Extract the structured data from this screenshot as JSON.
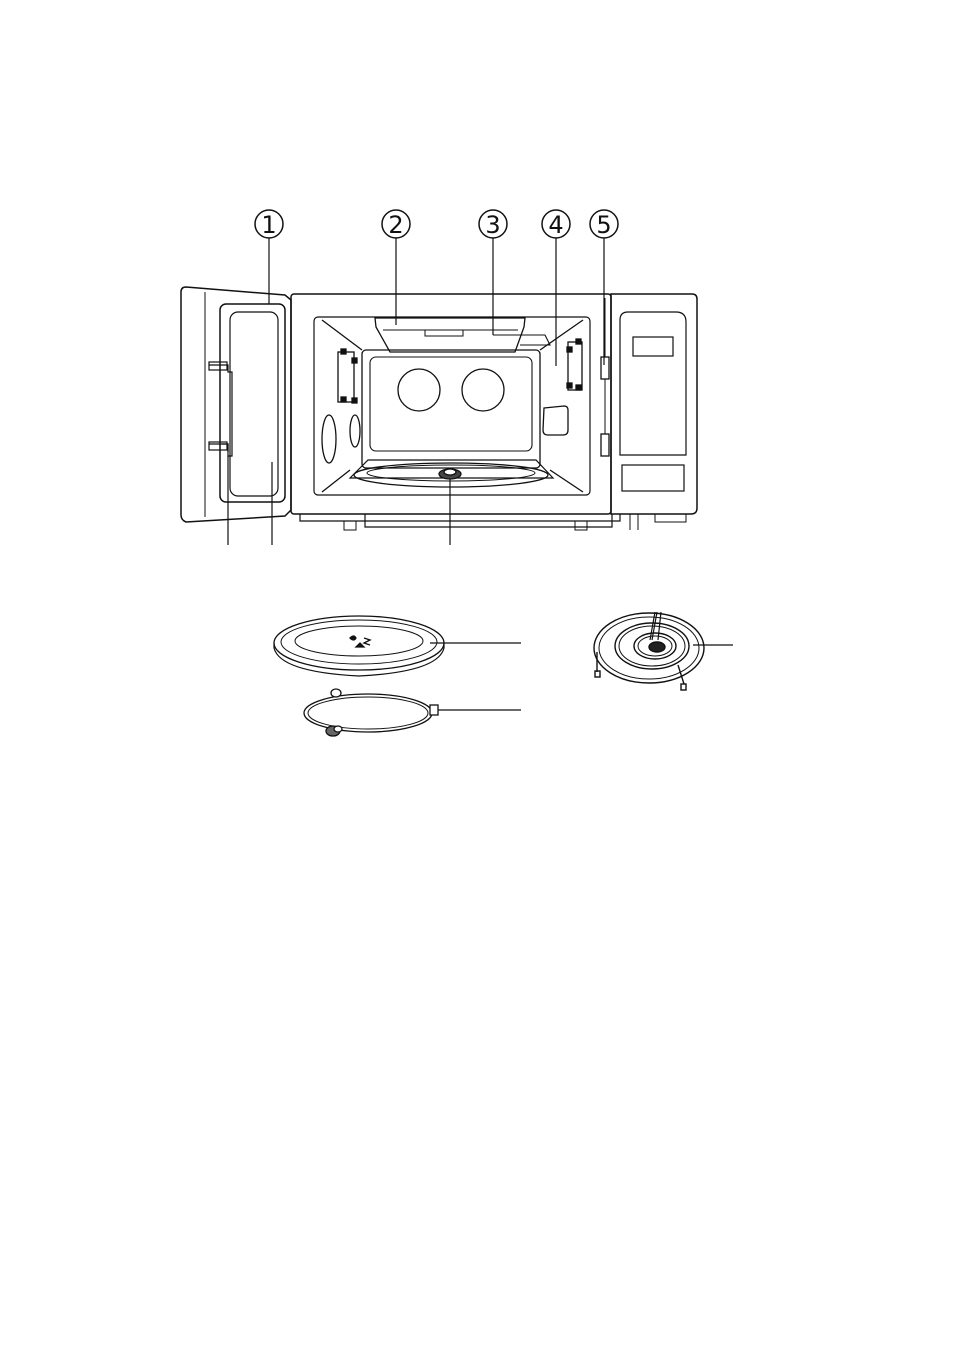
{
  "callouts": [
    {
      "number": "1"
    },
    {
      "number": "2"
    },
    {
      "number": "3"
    },
    {
      "number": "4"
    },
    {
      "number": "5"
    }
  ]
}
